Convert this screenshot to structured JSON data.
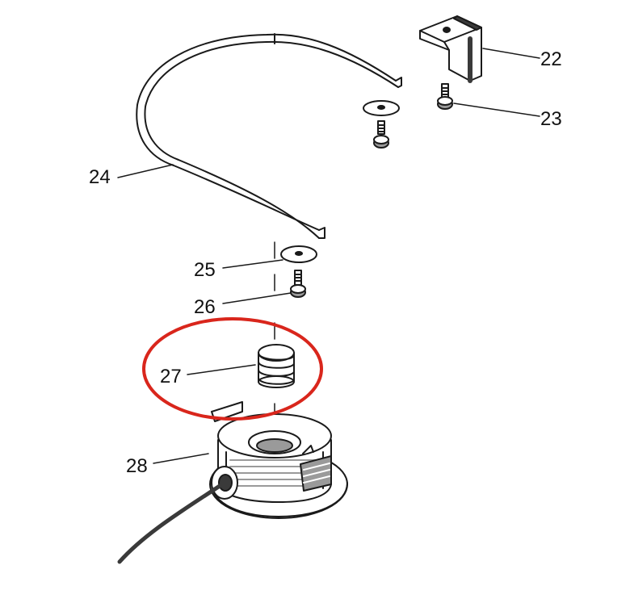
{
  "callouts": [
    {
      "id": "22",
      "label": "22"
    },
    {
      "id": "23",
      "label": "23"
    },
    {
      "id": "24",
      "label": "24"
    },
    {
      "id": "25",
      "label": "25"
    },
    {
      "id": "26",
      "label": "26"
    },
    {
      "id": "27",
      "label": "27"
    },
    {
      "id": "28",
      "label": "28"
    }
  ],
  "highlight": {
    "part": "27",
    "color": "#d9261c"
  },
  "colors": {
    "line": "#1a1a1a",
    "part_fill": "#ffffff",
    "shade": "#9a9a9a",
    "dark": "#3a3a3a"
  }
}
